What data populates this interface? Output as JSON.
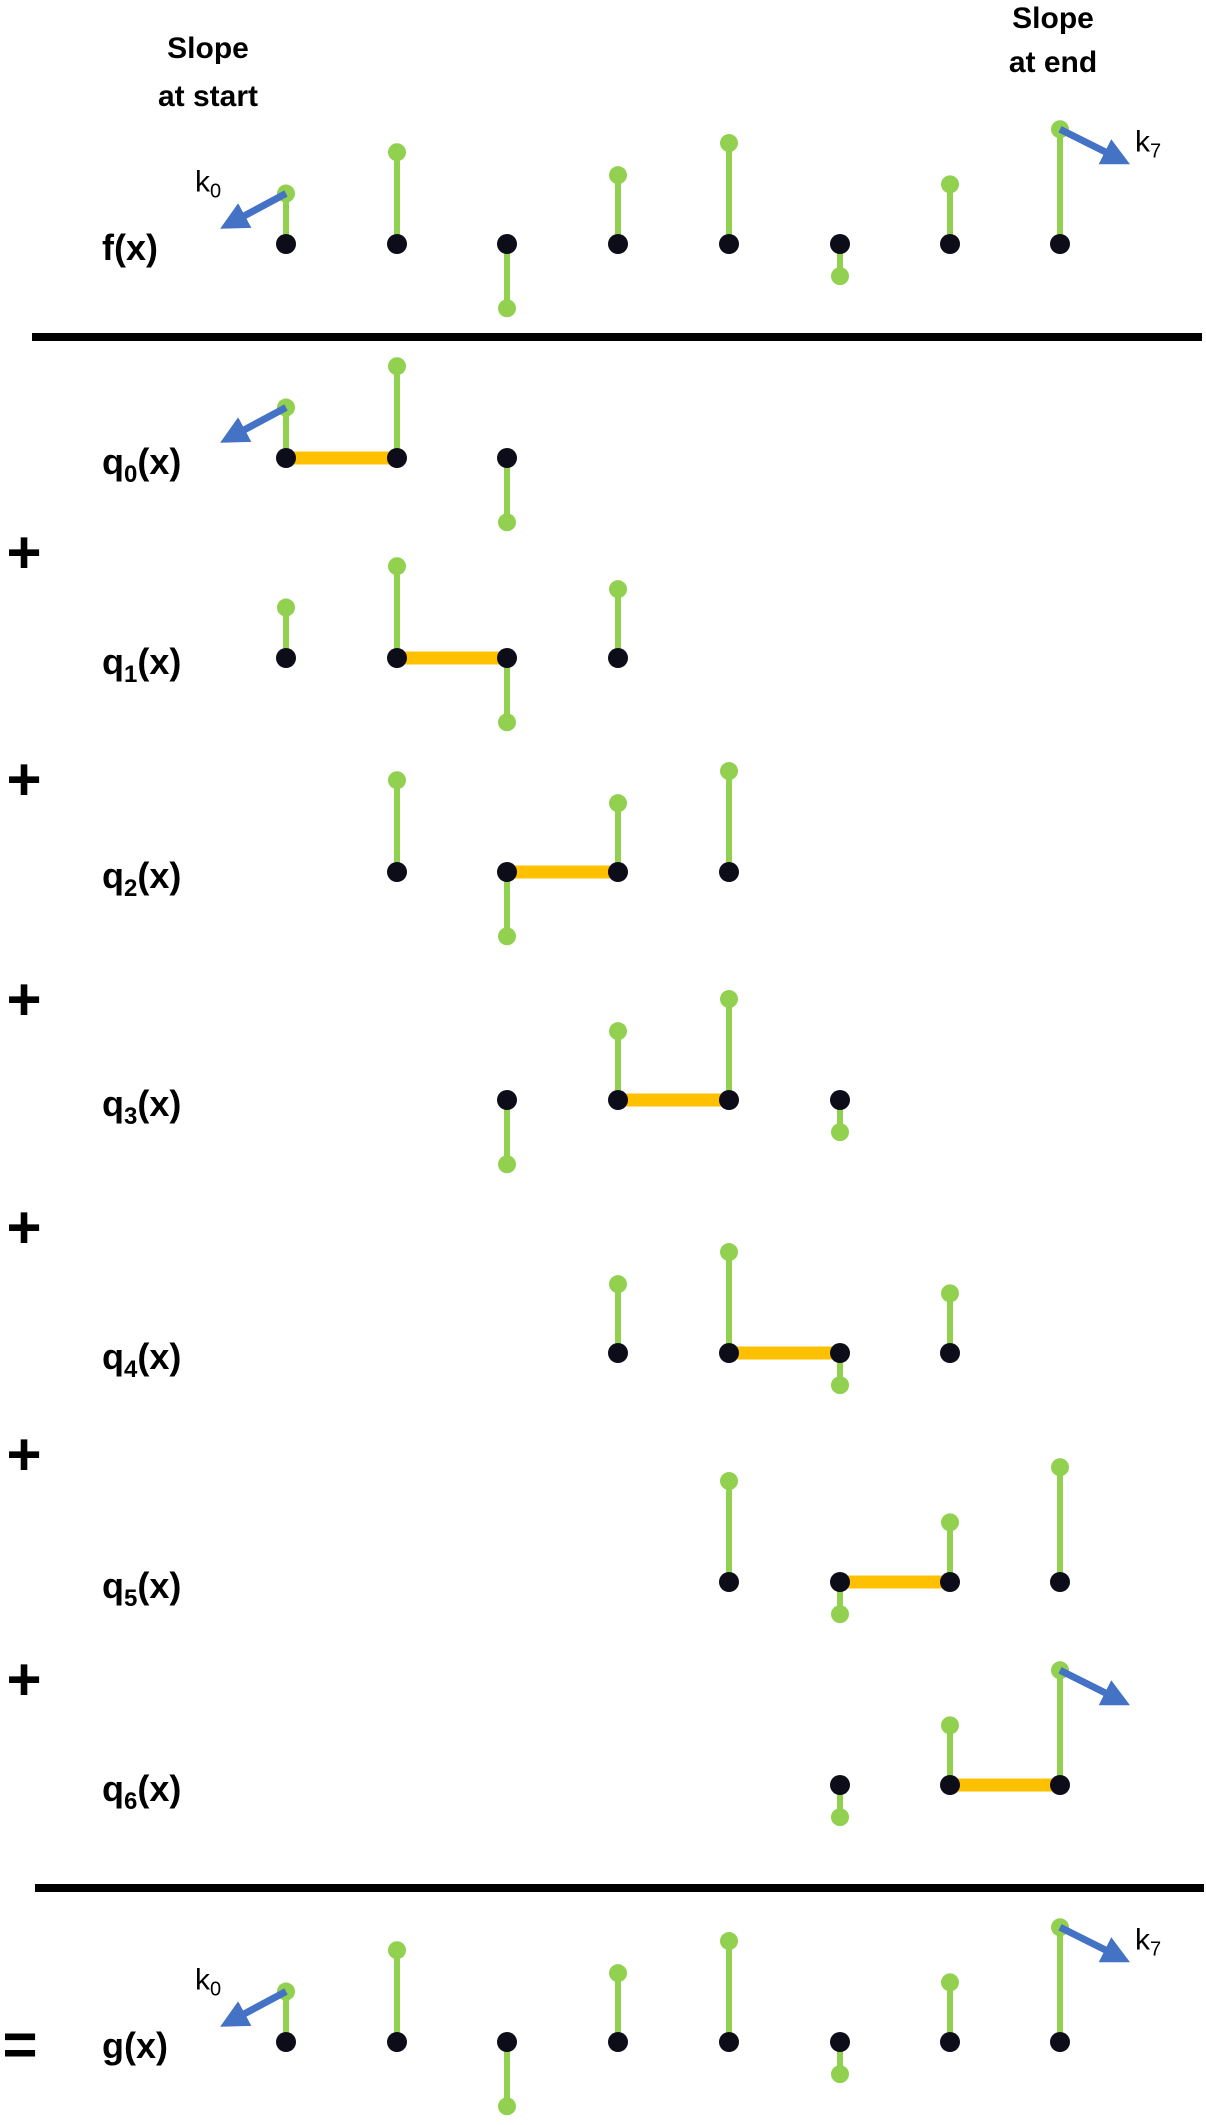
{
  "header": {
    "slope_start_line1": "Slope",
    "slope_start_line2": "at  start",
    "slope_end_line1": "Slope",
    "slope_end_line2": "at  end"
  },
  "colors": {
    "stem": "#92D050",
    "dot": "#0D0D1A",
    "bar": "#FFC000",
    "arrow": "#4472C4",
    "rule": "#000000"
  },
  "operators": {
    "plus": "+",
    "equals": "="
  },
  "rows": [
    {
      "id": "f",
      "label": "f(x)",
      "pts": [
        0,
        1,
        2,
        3,
        4,
        5,
        6,
        7
      ],
      "vals": [
        0.55,
        1.0,
        -0.7,
        0.75,
        1.1,
        -0.35,
        0.65,
        1.25
      ],
      "bar": null,
      "slope_start": {
        "label": "k",
        "sub": "0"
      },
      "slope_end": {
        "label": "k",
        "sub": "7"
      }
    },
    {
      "id": "q0",
      "label": "q",
      "sub": "0",
      "pts": [
        0,
        1,
        2
      ],
      "vals": [
        0.55,
        1.0,
        -0.7
      ],
      "bar": [
        0,
        1
      ],
      "slope_start": {
        "label": "",
        "sub": ""
      },
      "slope_end": null
    },
    {
      "id": "q1",
      "label": "q",
      "sub": "1",
      "pts": [
        0,
        1,
        2,
        3
      ],
      "vals": [
        0.55,
        1.0,
        -0.7,
        0.75
      ],
      "bar": [
        1,
        2
      ],
      "slope_start": null,
      "slope_end": null
    },
    {
      "id": "q2",
      "label": "q",
      "sub": "2",
      "pts": [
        1,
        2,
        3,
        4
      ],
      "vals": [
        1.0,
        -0.7,
        0.75,
        1.1
      ],
      "bar": [
        2,
        3
      ],
      "slope_start": null,
      "slope_end": null
    },
    {
      "id": "q3",
      "label": "q",
      "sub": "3",
      "pts": [
        2,
        3,
        4,
        5
      ],
      "vals": [
        -0.7,
        0.75,
        1.1,
        -0.35
      ],
      "bar": [
        3,
        4
      ],
      "slope_start": null,
      "slope_end": null
    },
    {
      "id": "q4",
      "label": "q",
      "sub": "4",
      "pts": [
        3,
        4,
        5,
        6
      ],
      "vals": [
        0.75,
        1.1,
        -0.35,
        0.65
      ],
      "bar": [
        4,
        5
      ],
      "slope_start": null,
      "slope_end": null
    },
    {
      "id": "q5",
      "label": "q",
      "sub": "5",
      "pts": [
        4,
        5,
        6,
        7
      ],
      "vals": [
        1.1,
        -0.35,
        0.65,
        1.25
      ],
      "bar": [
        5,
        6
      ],
      "slope_start": null,
      "slope_end": null
    },
    {
      "id": "q6",
      "label": "q",
      "sub": "6",
      "pts": [
        5,
        6,
        7
      ],
      "vals": [
        -0.35,
        0.65,
        1.25
      ],
      "bar": [
        6,
        7
      ],
      "slope_start": null,
      "slope_end": {
        "label": "",
        "sub": ""
      }
    },
    {
      "id": "g",
      "label": "g(x)",
      "pts": [
        0,
        1,
        2,
        3,
        4,
        5,
        6,
        7
      ],
      "vals": [
        0.55,
        1.0,
        -0.7,
        0.75,
        1.1,
        -0.35,
        0.65,
        1.25
      ],
      "bar": null,
      "slope_start": {
        "label": "k",
        "sub": "0"
      },
      "slope_end": {
        "label": "k",
        "sub": "7"
      }
    }
  ]
}
